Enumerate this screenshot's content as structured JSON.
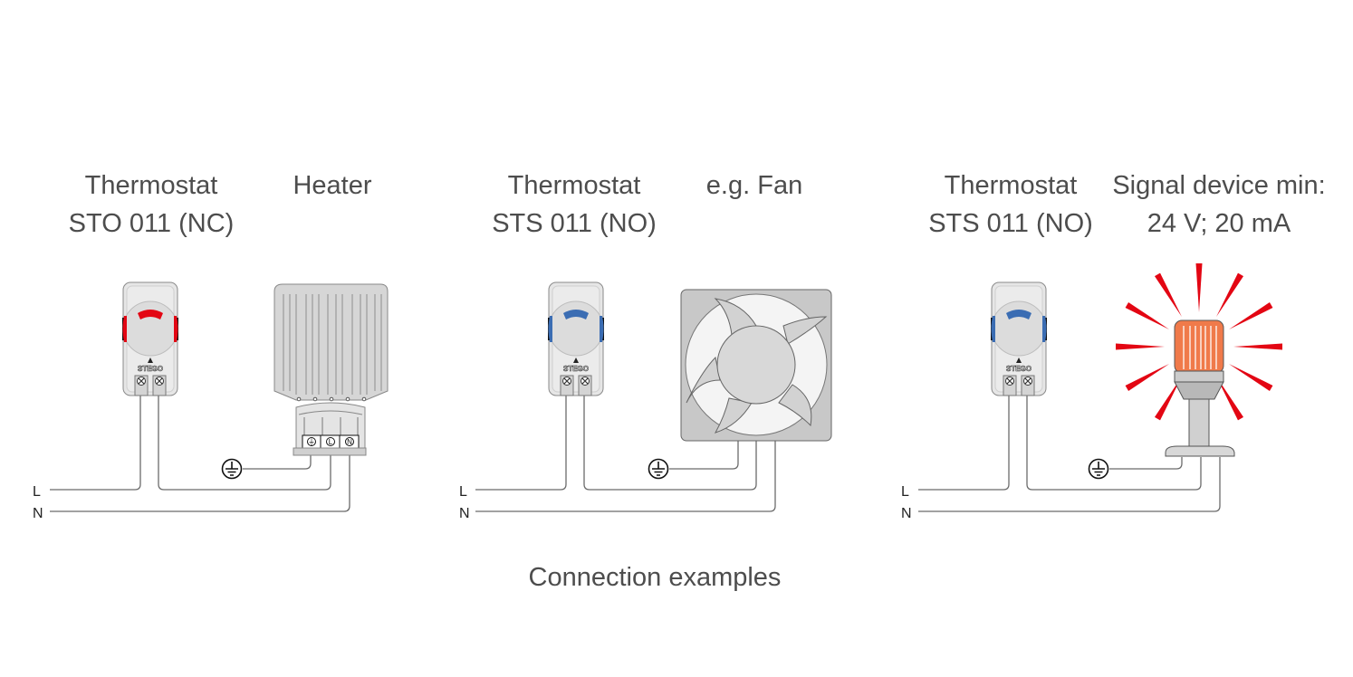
{
  "examples": [
    {
      "left_title": [
        "Thermostat",
        "STO 011 (NC)"
      ],
      "right_title": [
        "Heater"
      ],
      "dial_color": "#e30613",
      "device": "heater"
    },
    {
      "left_title": [
        "Thermostat",
        "STS 011 (NO)"
      ],
      "right_title": [
        "e.g. Fan"
      ],
      "dial_color": "#3b6db3",
      "device": "fan"
    },
    {
      "left_title": [
        "Thermostat",
        "STS 011 (NO)"
      ],
      "right_title": [
        "Signal device min:",
        "24 V; 20 mA"
      ],
      "dial_color": "#3b6db3",
      "device": "signal-lamp"
    }
  ],
  "wire_labels": {
    "line": "L",
    "neutral": "N"
  },
  "terminal_labels": [
    "⏚",
    "L",
    "N"
  ],
  "logo_text": "STEGO",
  "caption": "Connection examples",
  "colors": {
    "text": "#4d4d4d",
    "wire": "#6b6b6b",
    "heat": "#e30613",
    "cool": "#3b6db3",
    "lamp": "#f07a4a"
  }
}
